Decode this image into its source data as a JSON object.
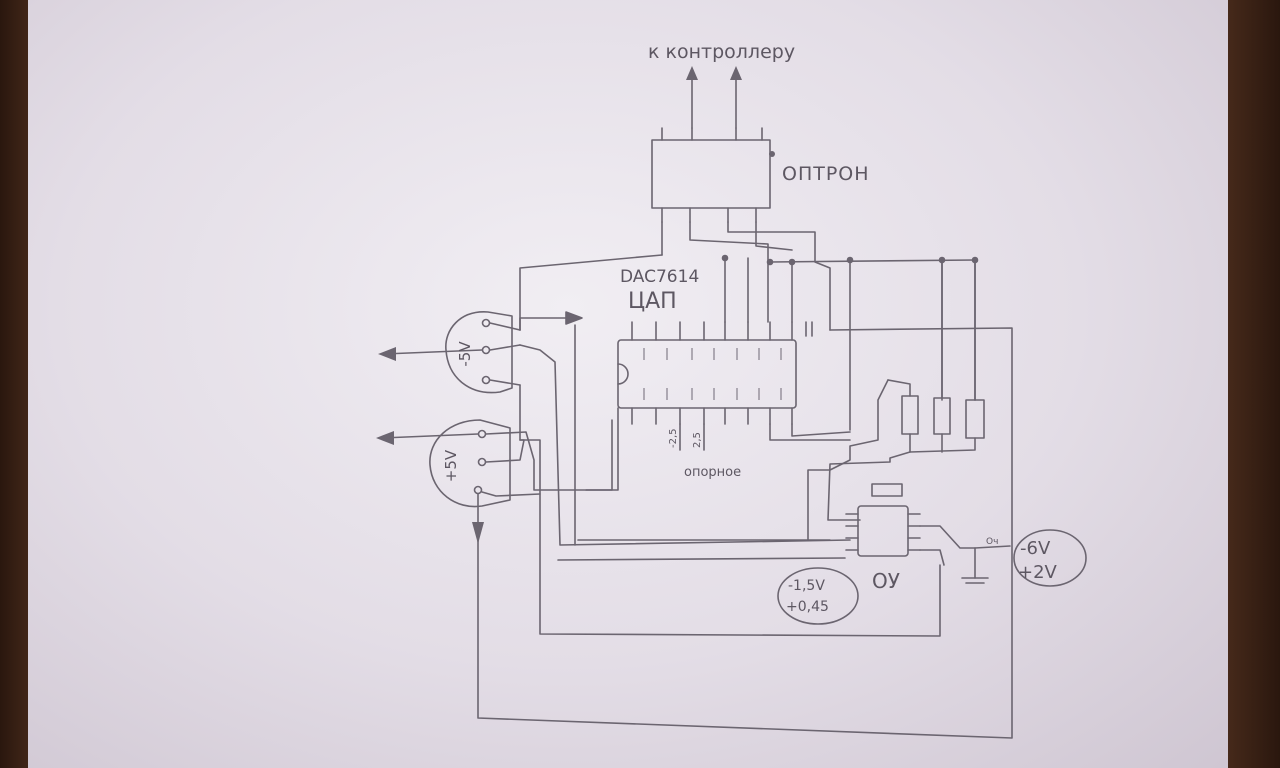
{
  "labels": {
    "controller": "к контроллеру",
    "optron": "ОПТРОН",
    "dac_model": "DAC7614",
    "dac": "ЦАП",
    "minus5v": "-5V",
    "plus5v": "+5V",
    "ref_neg": "-2,5",
    "ref_pos": "2,5",
    "reference": "опорное",
    "opamp": "ОУ",
    "volt1_a": "-1,5V",
    "volt1_b": "+0,45",
    "volt2_a": "-6V",
    "volt2_b": "+2V"
  },
  "colors": {
    "paper": "#e8e3ea",
    "pencil": "#6b6570",
    "background": "#3a2418"
  }
}
